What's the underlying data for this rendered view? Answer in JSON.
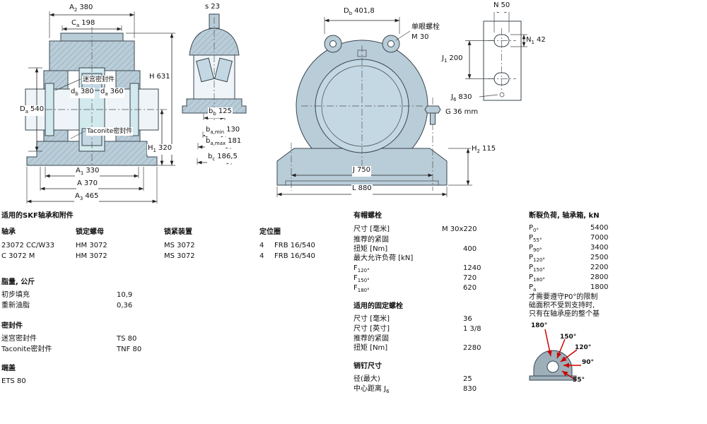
{
  "colors": {
    "housing_fill": "#b9cdd9",
    "seal_fill": "#d2e9ee",
    "bore_fill": "#c3d8e3",
    "shaft_fill": "#eef4f7",
    "accent_red": "#cc0000",
    "line": "#39454e"
  },
  "dims": {
    "a2": {
      "b": "A",
      "s": "2",
      "v": "380"
    },
    "ca": {
      "b": "C",
      "s": "a",
      "v": "198"
    },
    "db_seal": {
      "b": "d",
      "s": "b",
      "v": "380"
    },
    "da_seal": {
      "b": "d",
      "s": "a",
      "v": "360"
    },
    "Da": {
      "b": "D",
      "s": "a",
      "v": "540"
    },
    "H": {
      "b": "H",
      "s": "",
      "v": "631"
    },
    "H1": {
      "b": "H",
      "s": "1",
      "v": "320"
    },
    "A1": {
      "b": "A",
      "s": "1",
      "v": "330"
    },
    "A": {
      "b": "A",
      "s": "",
      "v": "370"
    },
    "A3": {
      "b": "A",
      "s": "3",
      "v": "465"
    },
    "s": {
      "b": "s",
      "s": "",
      "v": "23"
    },
    "bb": {
      "b": "b",
      "s": "b",
      "v": "125"
    },
    "ba_min": {
      "b": "b",
      "s": "a,min",
      "v": "130"
    },
    "ba_max": {
      "b": "b",
      "s": "a,max",
      "v": "181"
    },
    "bc": {
      "b": "b",
      "s": "c",
      "v": "186,5"
    },
    "Db": {
      "b": "D",
      "s": "b",
      "v": "401,8"
    },
    "J1": {
      "b": "J",
      "s": "1",
      "v": "200"
    },
    "N": {
      "b": "N",
      "s": "",
      "v": "50"
    },
    "N1": {
      "b": "N",
      "s": "1",
      "v": "42"
    },
    "J6": {
      "b": "J",
      "s": "6",
      "v": "830"
    },
    "G": {
      "b": "G",
      "s": "",
      "v": "36 mm"
    },
    "H2": {
      "b": "H",
      "s": "2",
      "v": "115"
    },
    "J": {
      "b": "J",
      "s": "",
      "v": "750"
    },
    "L": {
      "b": "L",
      "s": "",
      "v": "880"
    }
  },
  "annotations": {
    "labyrinth_seal": "迷宫密封件",
    "taconite_seal": "Taconite密封件",
    "eyebolt_title": "单眼螺栓",
    "eyebolt_size": "M 30"
  },
  "bearing_table": {
    "title": "适用的SKF轴承和附件",
    "headers": {
      "bearing": "轴承",
      "lock_nut": "锁定螺母",
      "locking_device": "锁紧装置",
      "locating_rings": "定位圈"
    },
    "rows": [
      {
        "bearing": "23072 CC/W33",
        "lock_nut": "HM 3072",
        "locking_device": "MS 3072",
        "qty": "4",
        "ring": "FRB 16/540"
      },
      {
        "bearing": "C 3072 M",
        "lock_nut": "HM 3072",
        "locking_device": "MS 3072",
        "qty": "4",
        "ring": "FRB 16/540"
      }
    ]
  },
  "grease": {
    "title": "脂量, 公斤",
    "rows": [
      {
        "label": "初步填充",
        "value": "10,9"
      },
      {
        "label": "重新油脂",
        "value": "0,36"
      }
    ]
  },
  "seals": {
    "title": "密封件",
    "rows": [
      {
        "label": "迷宫密封件",
        "value": "TS 80"
      },
      {
        "label": "Taconite密封件",
        "value": "TNF 80"
      }
    ]
  },
  "end_cover": {
    "title": "端盖",
    "value": "ETS 80"
  },
  "cap_bolts": {
    "title": "有帽螺栓",
    "rows": [
      {
        "label": "尺寸 [毫米]",
        "value": "M 30x220"
      },
      {
        "label": "推荐的紧固",
        "value": ""
      },
      {
        "label": "扭矩 [Nm]",
        "value": "400"
      },
      {
        "label": "最大允许负荷 [kN]",
        "value": ""
      }
    ],
    "f_rows": [
      {
        "b": "F",
        "s": "120°",
        "v": "1240"
      },
      {
        "b": "F",
        "s": "150°",
        "v": "720"
      },
      {
        "b": "F",
        "s": "180°",
        "v": "620"
      }
    ]
  },
  "fixing_bolts": {
    "title": "适用的固定螺栓",
    "rows": [
      {
        "label": "尺寸 [毫米]",
        "value": "36"
      },
      {
        "label": "尺寸 [英寸]",
        "value": "1 3/8"
      },
      {
        "label": "推荐的紧固",
        "value": ""
      },
      {
        "label": "扭矩 [Nm]",
        "value": "2280"
      }
    ]
  },
  "pins": {
    "title": "销钉尺寸",
    "dia_row": {
      "label": "径(最大)",
      "value": "25"
    },
    "cc_row": {
      "b": "中心距离 J",
      "s": "6",
      "v": "830"
    }
  },
  "breaking_loads": {
    "title": "断裂负荷, 轴承箱, kN",
    "rows": [
      {
        "b": "P",
        "s": "0°",
        "v": "5400"
      },
      {
        "b": "P",
        "s": "55°",
        "v": "7000"
      },
      {
        "b": "P",
        "s": "90°",
        "v": "3400"
      },
      {
        "b": "P",
        "s": "120°",
        "v": "2500"
      },
      {
        "b": "P",
        "s": "150°",
        "v": "2200"
      },
      {
        "b": "P",
        "s": "180°",
        "v": "2800"
      },
      {
        "b": "P",
        "s": "a",
        "v": "1800"
      }
    ],
    "note_lines": [
      "才需要遵守P0°的限制",
      "础面积不受到支持时,",
      "只有在轴承座的整个基"
    ]
  },
  "load_diagram": {
    "angles": [
      "180°",
      "150°",
      "120°",
      "90°",
      "55°"
    ]
  }
}
